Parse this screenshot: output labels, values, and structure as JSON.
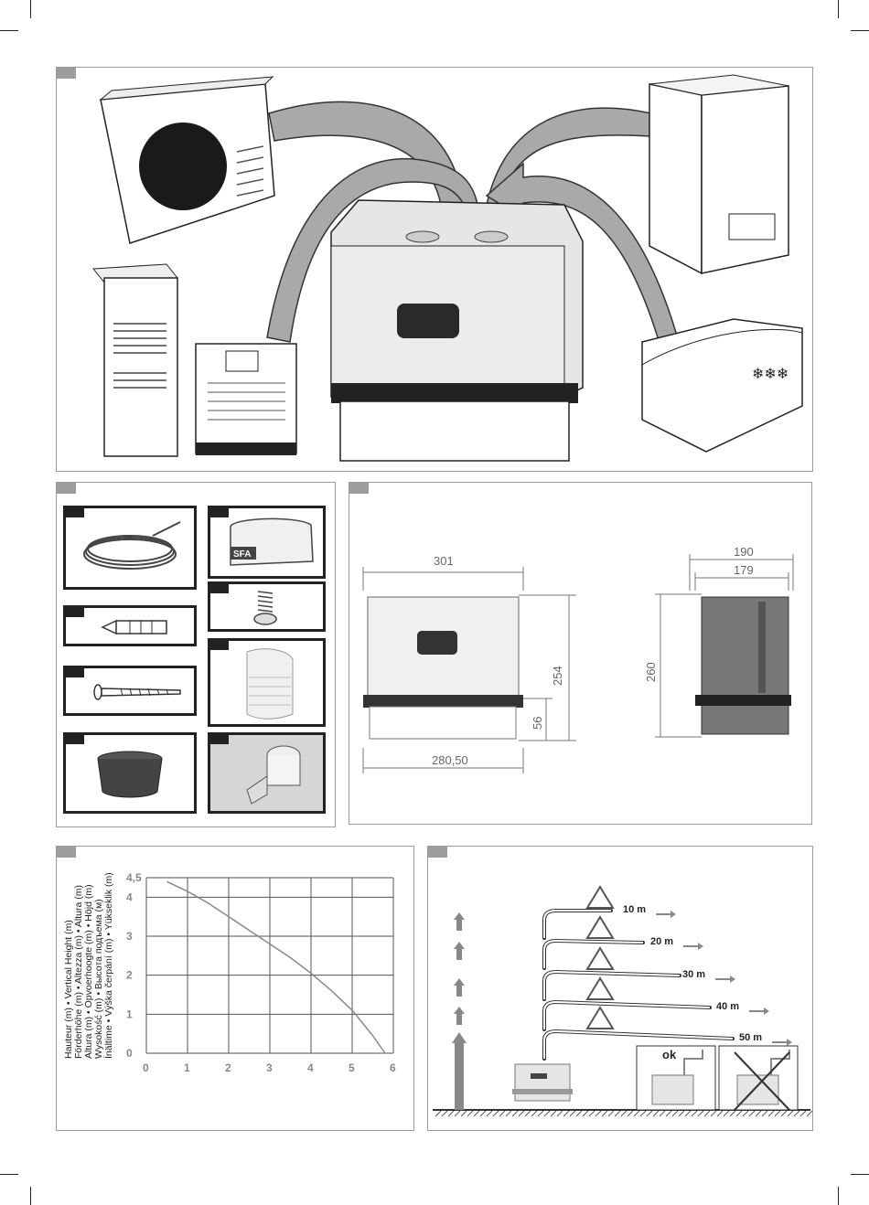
{
  "dimensions": {
    "front_width": "301",
    "front_height": "254",
    "bottom_height": "56",
    "base_width": "280,50",
    "side_depth_outer": "190",
    "side_depth_inner": "179",
    "side_height": "260"
  },
  "pump_brand": "SFA",
  "chart_data": {
    "type": "line",
    "x": [
      0.5,
      1.0,
      1.5,
      2.0,
      2.5,
      3.0,
      3.5,
      4.0,
      4.5,
      5.0,
      5.5,
      5.8
    ],
    "series": [
      {
        "values": [
          4.4,
          4.15,
          3.85,
          3.5,
          3.15,
          2.8,
          2.45,
          2.05,
          1.6,
          1.1,
          0.45,
          0.0
        ]
      }
    ],
    "xlim": [
      0,
      6
    ],
    "ylim": [
      0,
      4.5
    ],
    "x_ticks": [
      "0",
      "1",
      "2",
      "3",
      "4",
      "5",
      "6"
    ],
    "y_ticks": [
      "0",
      "1",
      "2",
      "3",
      "4",
      "4,5"
    ],
    "ylabel_lines": [
      "Hauteur (m) • Vertical Height (m)",
      "Förderhöhe (m) • Altezza (m) • Altura (m)",
      "Altura (m) • Opvoerhoogte (m) • Höjd (m)",
      "Wysokość (m) • Высота подъема (м)",
      "Ínältime • Výška čerpání (m) • Yükseklik (m)"
    ],
    "grid": true
  },
  "installation": {
    "distances": [
      "10 m",
      "20 m",
      "30 m",
      "40 m",
      "50 m"
    ],
    "ok_label": "ok"
  }
}
